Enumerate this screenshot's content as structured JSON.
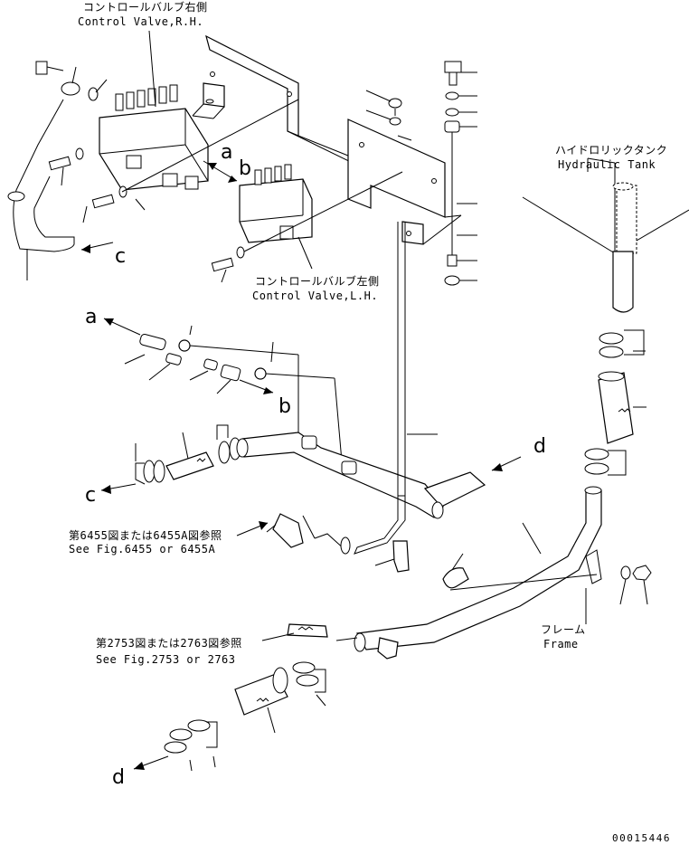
{
  "callouts": {
    "control_valve_rh_jp": "コントロールバルブ右側",
    "control_valve_rh_en": "Control Valve,R.H.",
    "control_valve_lh_jp": "コントロールバルブ左側",
    "control_valve_lh_en": "Control Valve,L.H.",
    "hydraulic_tank_jp": "ハイドロリックタンク",
    "hydraulic_tank_en": "Hydraulic Tank",
    "fig6455_jp": "第6455図または6455A図参照",
    "fig6455_en": "See Fig.6455 or 6455A",
    "fig2753_jp": "第2753図または2763図参照",
    "fig2753_en": "See Fig.2753 or 2763",
    "frame_jp": "フレーム",
    "frame_en": "Frame"
  },
  "connection_letters": {
    "a_top": "a",
    "b_top": "b",
    "c_top": "c",
    "a_mid": "a",
    "b_mid": "b",
    "c_mid": "c",
    "d_mid": "d",
    "d_bottom": "d"
  },
  "drawing_number": "00015446"
}
